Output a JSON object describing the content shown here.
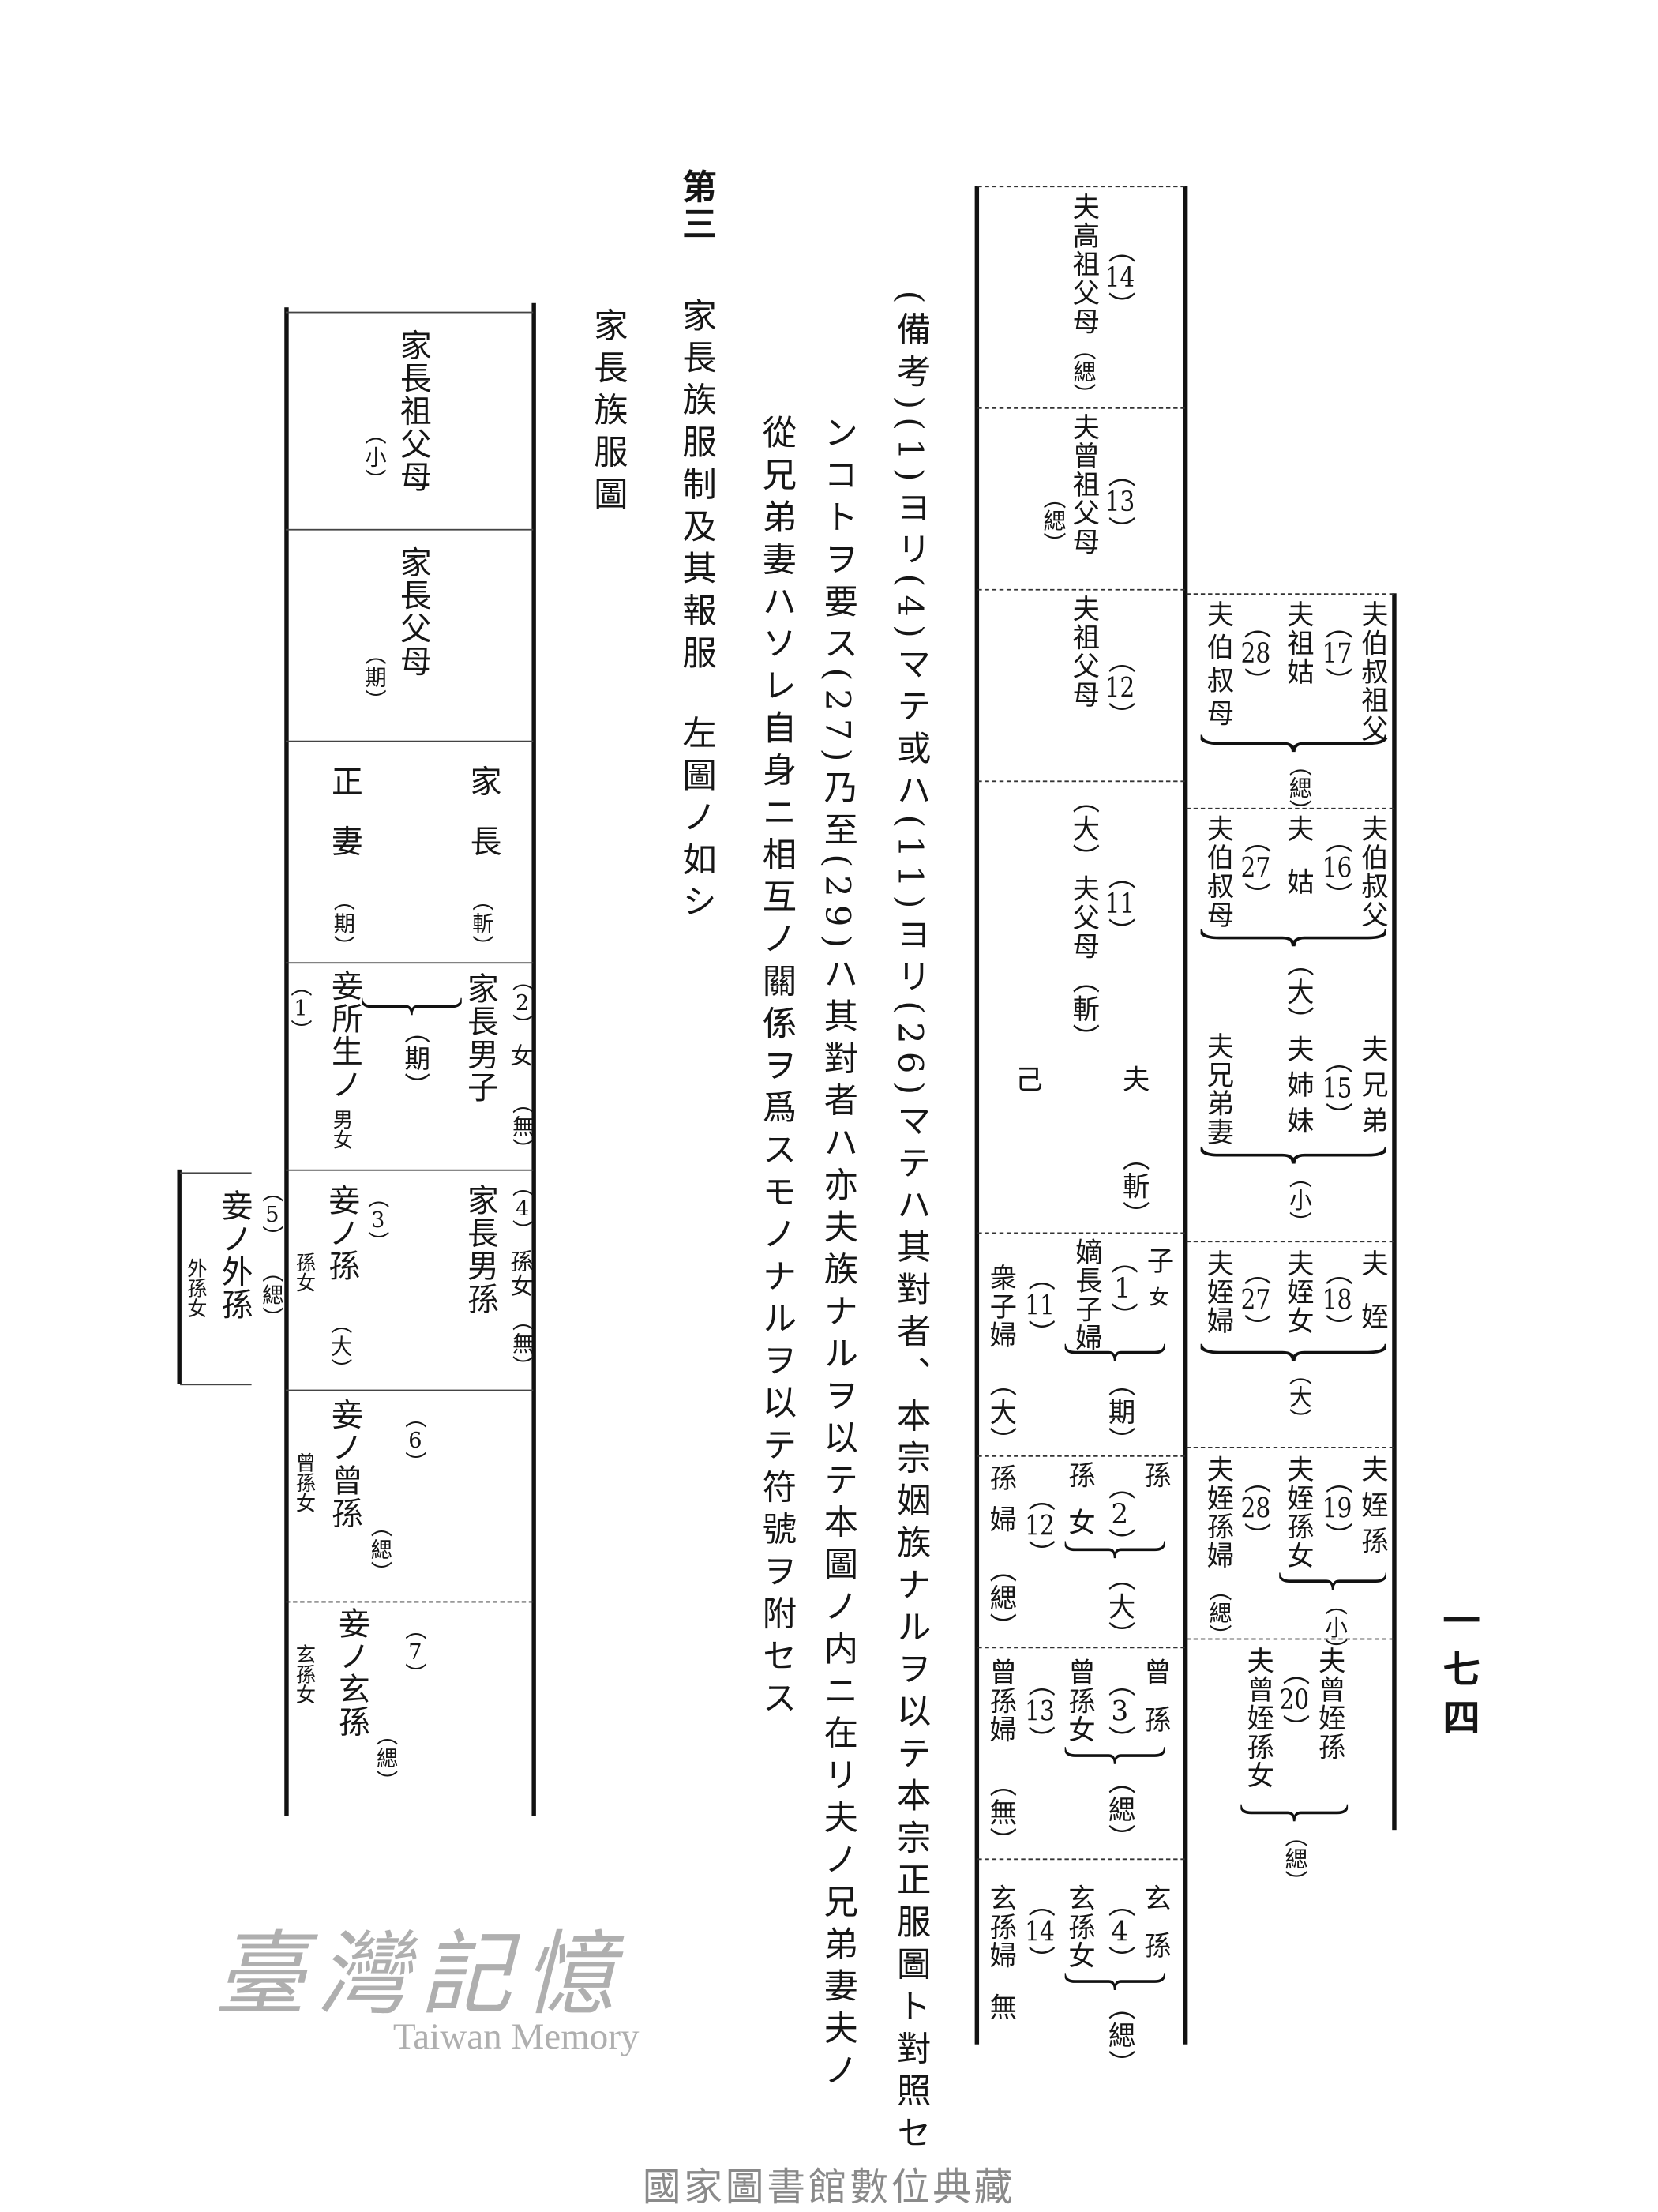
{
  "page_number": "一七四",
  "footer": "國家圖書館數位典藏",
  "watermark": {
    "main": "臺灣記憶",
    "sub": "Taiwan Memory"
  },
  "notes": {
    "line1": "(備考)(1)ヨリ(4)マテ或ハ(11)ヨリ(26)マテハ其對者、本宗姻族ナルヲ以テ本宗正服圖ト對照セ",
    "line2": "ンコトヲ要ス(27)乃至(29)ハ其對者ハ亦夫族ナルヲ以テ本圖ノ内ニ在リ夫ノ兄弟妻夫ノ",
    "line3": "從兄弟妻ハソレ自身ニ相互ノ關係ヲ爲スモノナルヲ以テ符號ヲ附セス"
  },
  "section": {
    "number": "第三",
    "title": "家長族服制及其報服",
    "instruction": "左圖ノ如シ",
    "diagram_title": "家長族服圖"
  },
  "husband_chart": {
    "center_self": "己",
    "center_husband": "夫",
    "center_grade": "斬",
    "ancestors": [
      {
        "name": "夫高祖父母",
        "number": "14",
        "grade": "緦"
      },
      {
        "name": "夫曾祖父母",
        "number": "13",
        "grade": "緦"
      },
      {
        "name": "夫祖父母",
        "number": "12",
        "grade": ""
      },
      {
        "name": "夫父母",
        "number": "11",
        "grade": "大",
        "grade2": "斬"
      }
    ],
    "descendants": [
      {
        "male": "子",
        "female": "女",
        "number": "1",
        "female_label": "嫡長子婦",
        "grade": "期",
        "wife": "衆子婦",
        "wife_number": "11",
        "wife_grade": "大"
      },
      {
        "male": "孫",
        "female": "孫女",
        "number": "2",
        "grade": "大",
        "wife": "孫婦",
        "wife_number": "12",
        "wife_grade": "緦"
      },
      {
        "male": "曾孫",
        "female": "曾孫女",
        "number": "3",
        "grade": "緦",
        "wife": "曾孫婦",
        "wife_number": "13",
        "wife_grade": "無"
      },
      {
        "male": "玄孫",
        "female": "玄孫女",
        "number": "4",
        "grade": "緦",
        "wife": "玄孫婦",
        "wife_number": "14",
        "wife_grade": "無"
      }
    ],
    "collaterals": [
      {
        "male": "夫伯叔祖父",
        "number": "17",
        "female": "夫祖姑",
        "wife_number": "28",
        "wife": "夫伯叔母",
        "grade": "緦"
      },
      {
        "male": "夫伯叔父",
        "number": "16",
        "female": "夫姑",
        "wife_number": "27",
        "wife": "夫伯叔母",
        "grade": "大"
      },
      {
        "male": "夫兄弟",
        "number": "15",
        "female": "夫姉妹",
        "wife": "夫兄弟妻",
        "grade": "小"
      },
      {
        "male": "夫姪",
        "number": "18",
        "female": "夫姪女",
        "wife_number": "27",
        "wife": "夫姪婦",
        "grade": "大"
      },
      {
        "male": "夫姪孫",
        "number": "19",
        "female": "夫姪孫女",
        "wife_number": "28",
        "wife": "夫姪孫婦",
        "grade": "小",
        "wife_grade": "緦"
      },
      {
        "male": "夫曾姪孫",
        "number": "20",
        "female": "夫曾姪孫女",
        "grade": "緦"
      }
    ]
  },
  "household_chart": {
    "rows": [
      {
        "name": "家長祖父母",
        "grade": "小"
      },
      {
        "name": "家長父母",
        "grade": "期"
      }
    ],
    "head": {
      "name": "家長",
      "grade": "斬",
      "wife": "正妻",
      "wife_grade": "期"
    },
    "children": {
      "male": "家長男子",
      "female_number": "2",
      "female": "女",
      "female_grade": "無",
      "grade": "期",
      "concubine_number": "1",
      "concubine_child": "妾所生ノ",
      "concubine_child_suffix": "男女"
    },
    "grandchildren": {
      "male": "家長男孫",
      "female_number": "4",
      "female": "孫女",
      "female_grade": "無",
      "concubine_number": "3",
      "concubine": "妾ノ孫",
      "concubine_female": "孫女",
      "concubine_grade": "大"
    },
    "great_grandchildren": {
      "number": "6",
      "concubine": "妾ノ曾孫",
      "concubine_female": "曾孫女",
      "grade": "緦"
    },
    "great_great_grandchildren": {
      "number": "7",
      "concubine": "妾ノ玄孫",
      "concubine_female": "玄孫女",
      "grade": "緦"
    },
    "outside": {
      "number": "5",
      "name": "妾ノ外孫",
      "female": "外孫女",
      "grade": "緦"
    }
  }
}
